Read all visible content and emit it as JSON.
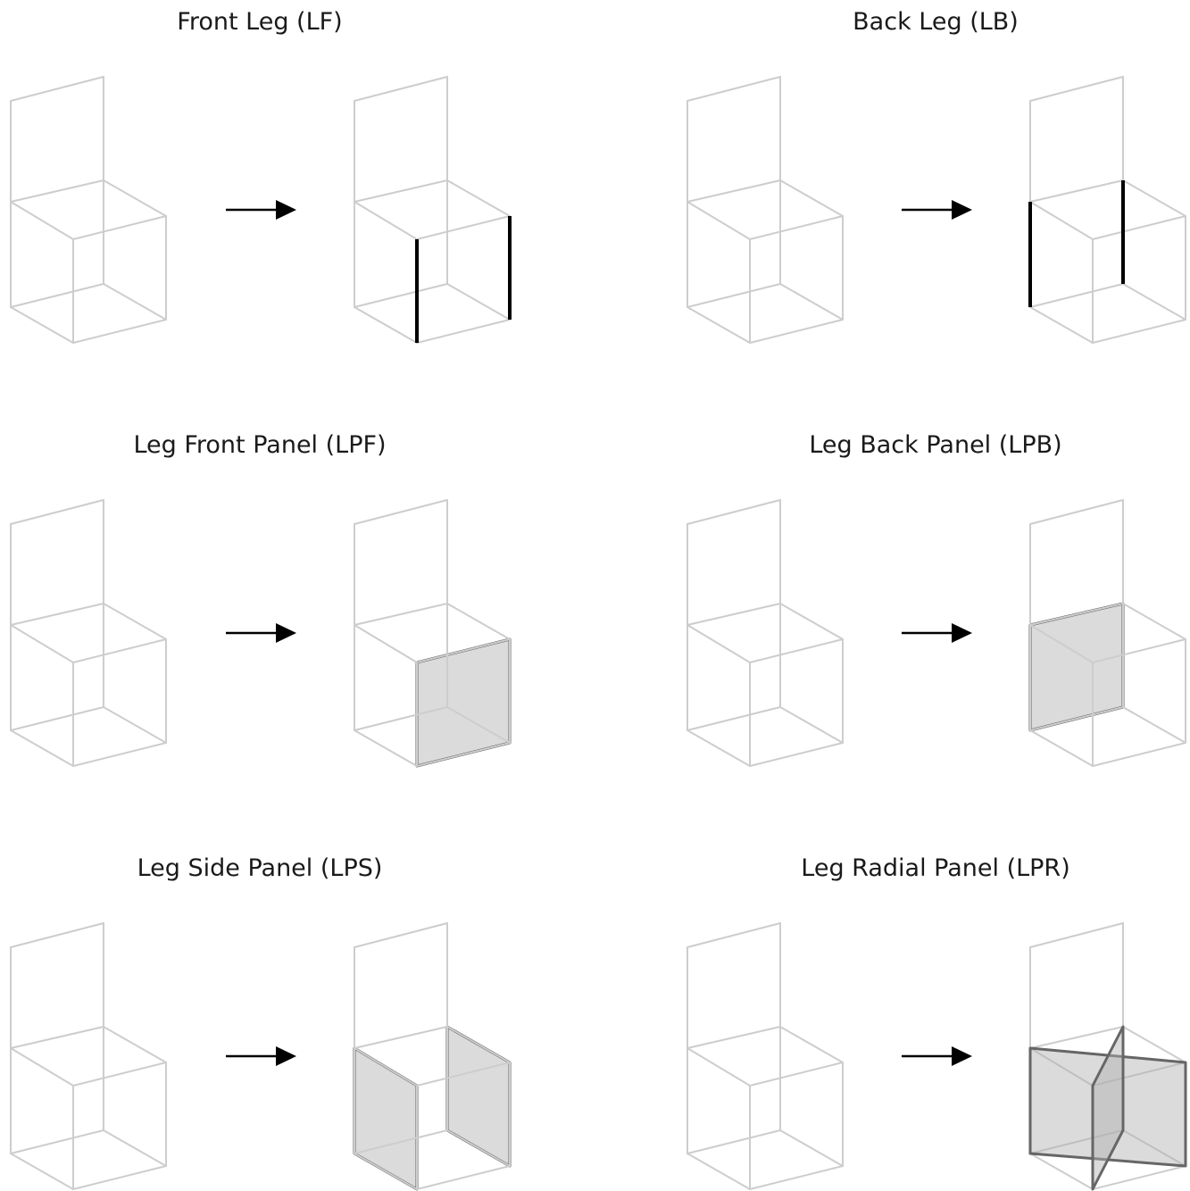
{
  "panels": [
    {
      "title": "Front Leg (LF)",
      "type": "front-leg"
    },
    {
      "title": "Back Leg (LB)",
      "type": "back-leg"
    },
    {
      "title": "Leg Front Panel (LPF)",
      "type": "front-panel"
    },
    {
      "title": "Leg Back Panel (LPB)",
      "type": "back-panel"
    },
    {
      "title": "Leg Side Panel (LPS)",
      "type": "side-panels"
    },
    {
      "title": "Leg Radial Panel (LPR)",
      "type": "radial-panels"
    }
  ],
  "colors": {
    "frame": "#cdcdcd",
    "highlight_line": "#000000",
    "panel_fill": "rgba(175,175,175,0.45)",
    "panel_stroke": "#666666",
    "arrow": "#000000",
    "title": "#1a1a1a"
  }
}
